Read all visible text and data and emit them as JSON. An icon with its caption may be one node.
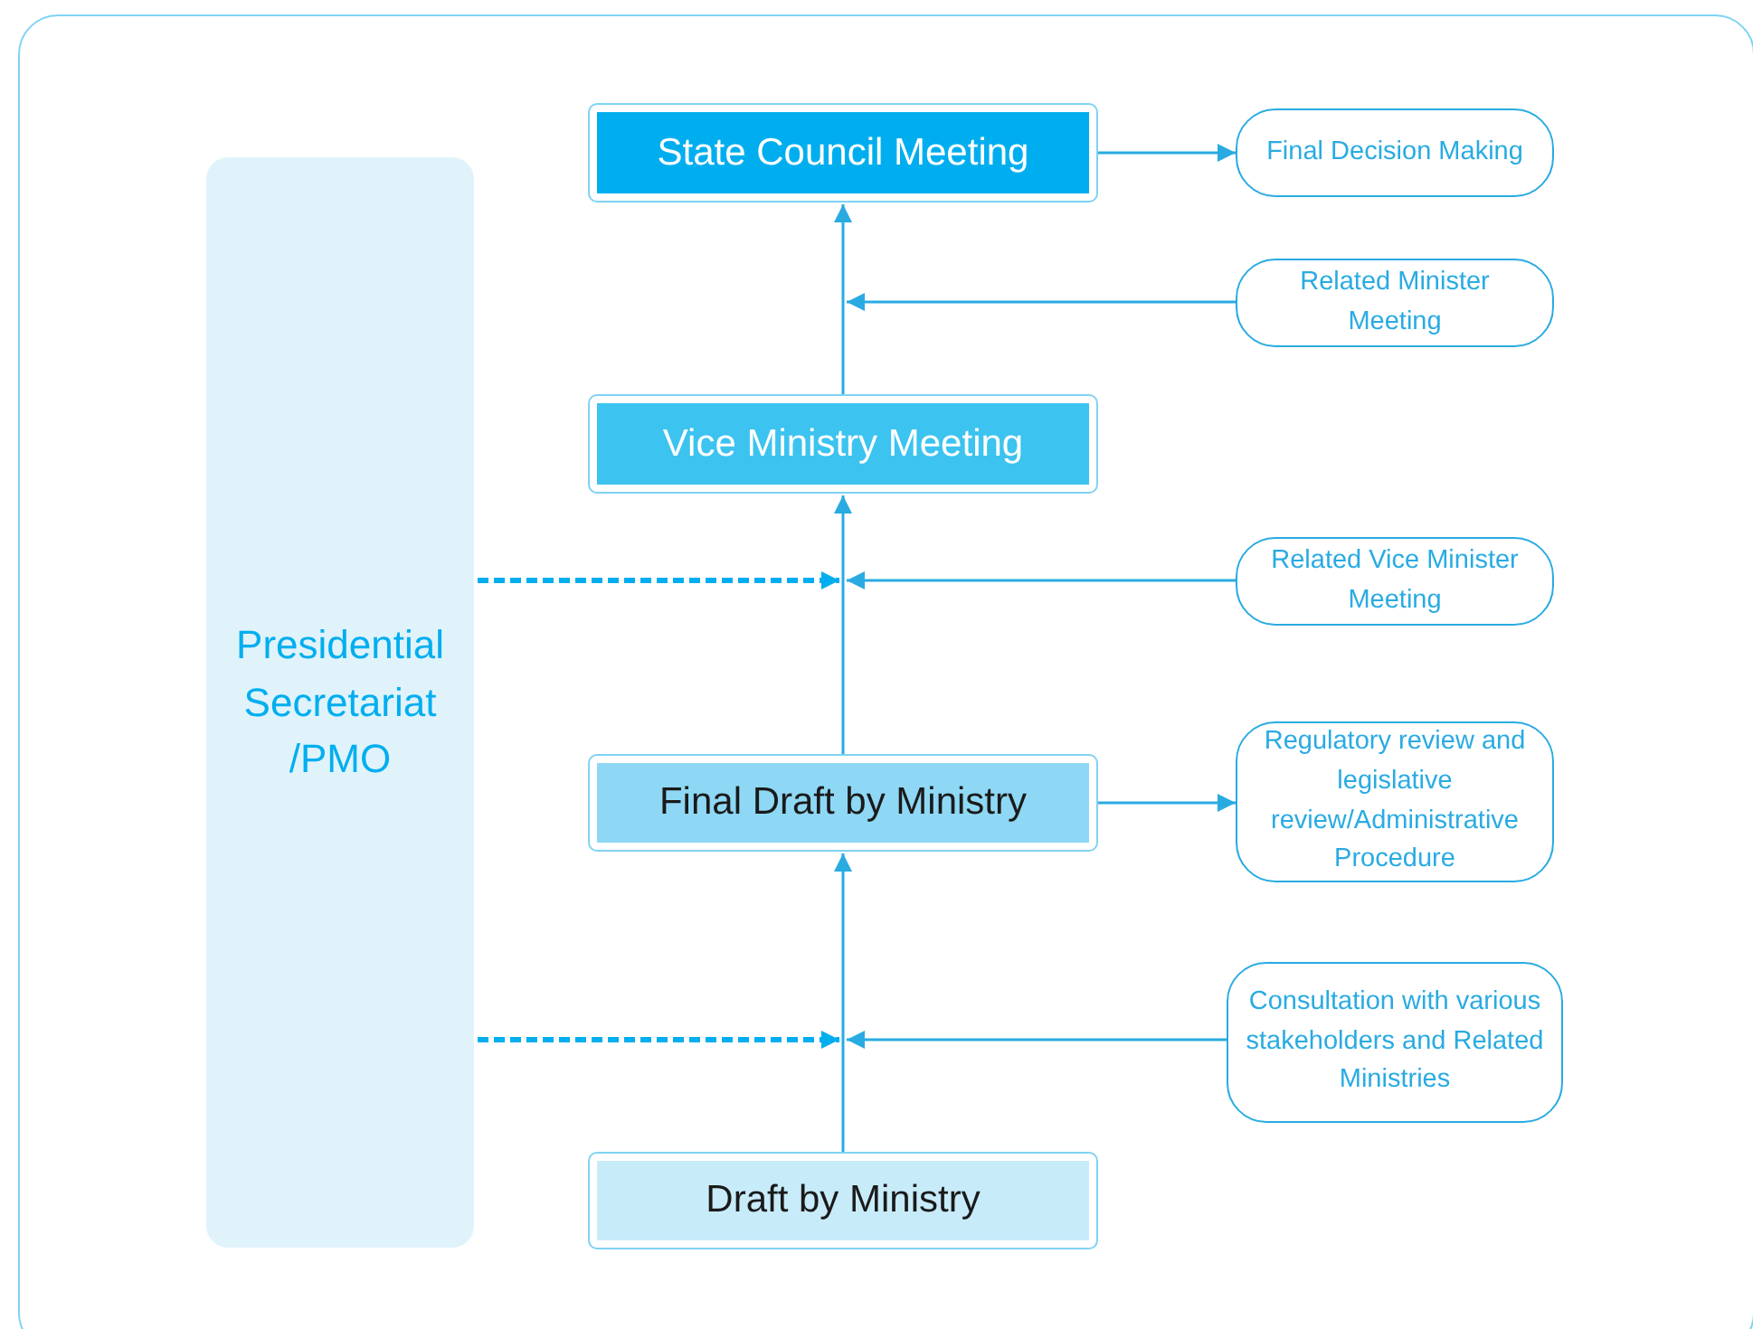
{
  "diagram": {
    "nodes": [
      {
        "text": [
          "State Council Meeting"
        ]
      },
      {
        "text": [
          "Final Decision Making"
        ]
      },
      {
        "text": [
          "Related Minister Meeting"
        ]
      },
      {
        "text": [
          "Vice Ministry Meeting"
        ]
      },
      {
        "text": [
          "Presidential Secretariat /PMO"
        ]
      },
      {
        "text": [
          "Related Vice Minister Meeting"
        ]
      },
      {
        "text": [
          "Final Draft by Ministry"
        ]
      },
      {
        "text": [
          "Regulatory review and legislative review/Administrative Procedure"
        ]
      },
      {
        "text": [
          "Consultation with various stakeholders and Related Ministries"
        ]
      },
      {
        "text": [
          "Draft by Ministry"
        ]
      }
    ],
    "edges": [
      {
        "from": 9,
        "to": 6,
        "arrow": "to"
      },
      {
        "from": 6,
        "to": 3,
        "arrow": "to"
      },
      {
        "from": 3,
        "to": 0,
        "arrow": "to"
      },
      {
        "from": 0,
        "to": 1,
        "arrow": "to"
      },
      {
        "from": 2,
        "to": null,
        "arrow": "to"
      },
      {
        "from": 4,
        "to": null,
        "arrow": "to",
        "style": "dashed"
      },
      {
        "from": 5,
        "to": null,
        "arrow": "to"
      },
      {
        "from": 6,
        "to": 7,
        "arrow": "to"
      },
      {
        "from": 4,
        "to": null,
        "arrow": "to",
        "style": "dashed"
      },
      {
        "from": 8,
        "to": null,
        "arrow": "to"
      }
    ]
  }
}
